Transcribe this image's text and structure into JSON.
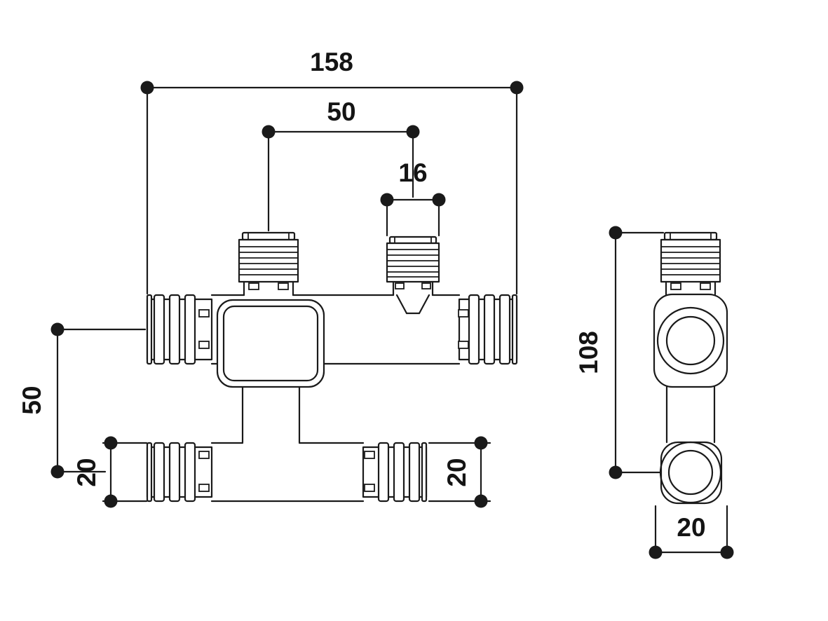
{
  "meta": {
    "background_color": "#ffffff",
    "line_color": "#1a1a1a",
    "drawing_type": "technical-dimension-drawing"
  },
  "dimensions": {
    "front_total_width": "158",
    "front_top_ports_center_distance": "50",
    "front_small_port_width": "16",
    "front_pipe_center_distance": "50",
    "front_lower_pipe_left_od": "20",
    "front_lower_pipe_right_od": "20",
    "side_total_height": "108",
    "side_body_width": "20"
  }
}
